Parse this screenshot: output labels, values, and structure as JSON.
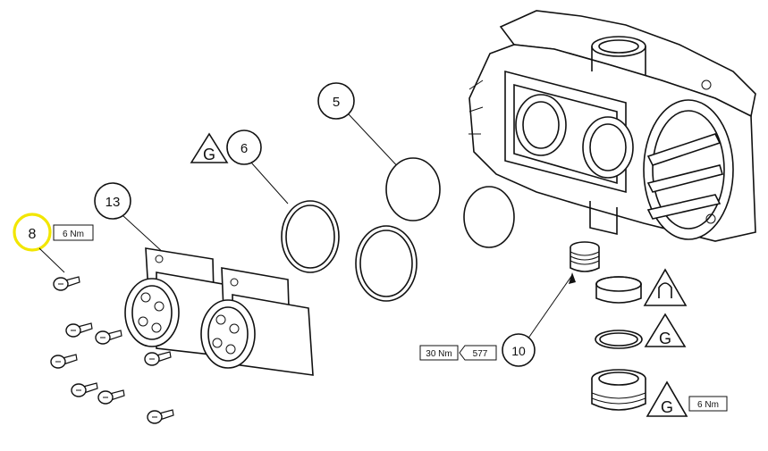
{
  "callouts": {
    "c8": "8",
    "c13": "13",
    "c6": "6",
    "c5": "5",
    "c10": "10"
  },
  "torque_tags": {
    "t8": "6 Nm",
    "t10": "30 Nm",
    "t10_code": "577",
    "tbottom": "6 Nm"
  },
  "symbols": {
    "grease_g": "G"
  },
  "highlight_color": "#f2e600",
  "line_color": "#111111"
}
